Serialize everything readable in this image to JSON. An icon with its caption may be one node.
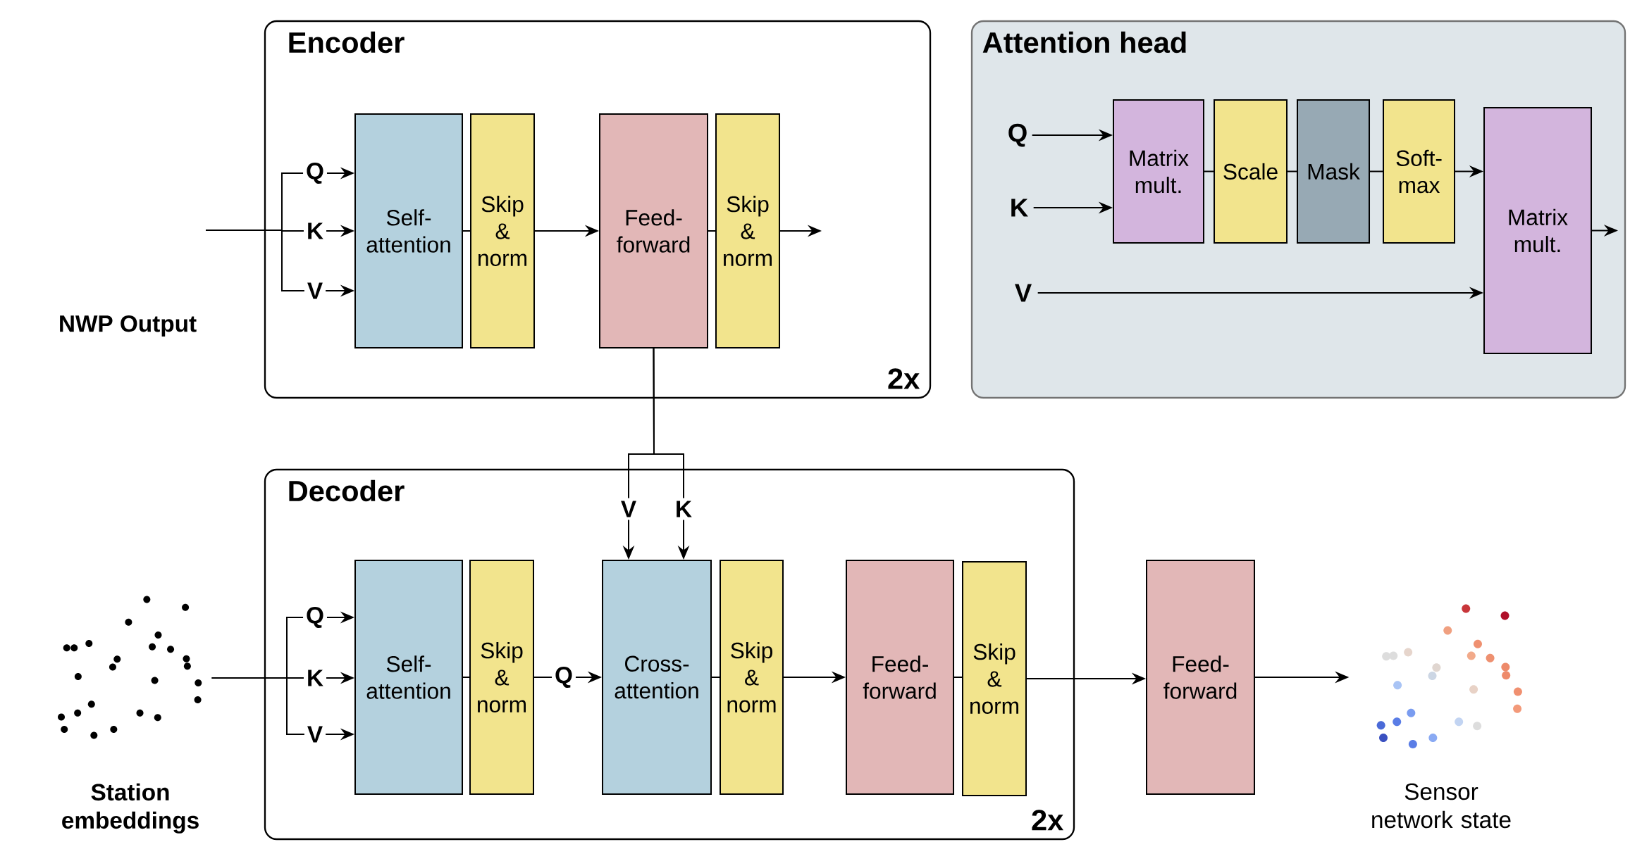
{
  "diagram": {
    "nodes": [
      {
        "text": [
          "Encoder",
          "2x"
        ]
      },
      {
        "text": [
          "Self-attention"
        ],
        "in": 0
      },
      {
        "text": [
          "Skip & norm"
        ],
        "in": 0
      },
      {
        "text": [
          "Feed-forward"
        ],
        "in": 0
      },
      {
        "text": [
          "Skip & norm"
        ],
        "in": 0
      },
      {
        "text": [
          "Attention head"
        ]
      },
      {
        "text": [
          "Q"
        ],
        "in": 5
      },
      {
        "text": [
          "K"
        ],
        "in": 5
      },
      {
        "text": [
          "V"
        ],
        "in": 5
      },
      {
        "text": [
          "Matrix mult."
        ],
        "in": 5
      },
      {
        "text": [
          "Scale"
        ],
        "in": 5
      },
      {
        "text": [
          "Mask"
        ],
        "in": 5
      },
      {
        "text": [
          "Soft-max"
        ],
        "in": 5
      },
      {
        "text": [
          "Matrix mult."
        ],
        "in": 5
      },
      {
        "text": [
          "NWP Output"
        ]
      },
      {
        "text": [
          "Decoder",
          "2x"
        ]
      },
      {
        "text": [
          "Self-attention"
        ],
        "in": 15
      },
      {
        "text": [
          "Skip & norm"
        ],
        "in": 15
      },
      {
        "text": [
          "Cross-attention"
        ],
        "in": 15
      },
      {
        "text": [
          "Skip & norm"
        ],
        "in": 15
      },
      {
        "text": [
          "Feed-forward"
        ],
        "in": 15
      },
      {
        "text": [
          "Skip & norm"
        ],
        "in": 15
      },
      {
        "text": [
          "Feed-forward"
        ]
      },
      {
        "text": [],
        "shape": "picture",
        "beside": [
          "Station embeddings"
        ]
      },
      {
        "text": [],
        "shape": "picture",
        "beside": [
          "Sensor network state"
        ]
      }
    ],
    "edges": [
      {
        "from": null,
        "to": 1,
        "arrow": "to",
        "label": "Q"
      },
      {
        "from": null,
        "to": 1,
        "arrow": "to",
        "label": "K"
      },
      {
        "from": null,
        "to": 1,
        "arrow": "to",
        "label": "V"
      },
      {
        "from": 1,
        "to": 2,
        "arrow": "none"
      },
      {
        "from": 2,
        "to": 3,
        "arrow": "to"
      },
      {
        "from": 3,
        "to": 4,
        "arrow": "none"
      },
      {
        "from": 4,
        "to": null,
        "arrow": "to"
      },
      {
        "from": 6,
        "to": 9,
        "arrow": "to"
      },
      {
        "from": 7,
        "to": 9,
        "arrow": "to"
      },
      {
        "from": 9,
        "to": 10,
        "arrow": "none"
      },
      {
        "from": 10,
        "to": 11,
        "arrow": "none"
      },
      {
        "from": 11,
        "to": 12,
        "arrow": "none"
      },
      {
        "from": 12,
        "to": 13,
        "arrow": "to"
      },
      {
        "from": 8,
        "to": 13,
        "arrow": "to"
      },
      {
        "from": 13,
        "to": null,
        "arrow": "to"
      },
      {
        "from": 3,
        "to": 18,
        "arrow": "to",
        "label": "V"
      },
      {
        "from": 3,
        "to": 18,
        "arrow": "to",
        "label": "K"
      },
      {
        "from": 23,
        "to": 16,
        "arrow": "to",
        "label": "Q"
      },
      {
        "from": 23,
        "to": 16,
        "arrow": "to",
        "label": "K"
      },
      {
        "from": 23,
        "to": 16,
        "arrow": "to",
        "label": "V"
      },
      {
        "from": 16,
        "to": 17,
        "arrow": "none"
      },
      {
        "from": 17,
        "to": 18,
        "arrow": "to",
        "label": "Q"
      },
      {
        "from": 18,
        "to": 19,
        "arrow": "none"
      },
      {
        "from": 19,
        "to": 20,
        "arrow": "to"
      },
      {
        "from": 20,
        "to": 21,
        "arrow": "none"
      },
      {
        "from": 21,
        "to": 22,
        "arrow": "to"
      },
      {
        "from": 22,
        "to": 24,
        "arrow": "to"
      }
    ]
  }
}
